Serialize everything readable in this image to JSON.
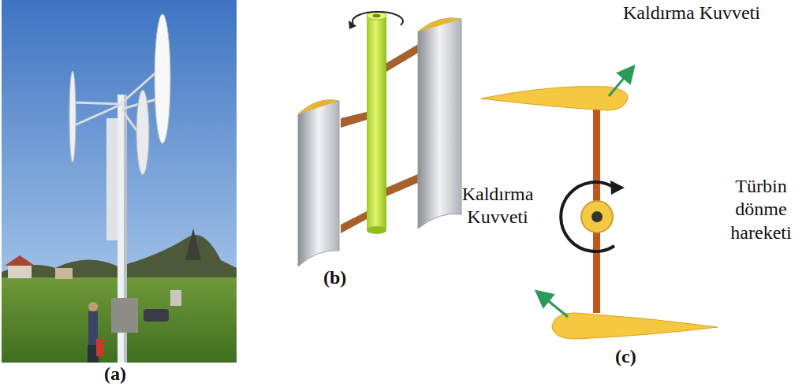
{
  "diagram": {
    "labels": [
      "Kaldırma Kuvveti",
      "Türbin dönme hareketi",
      "Kaldırma Kuvveti",
      "(a)",
      "(b)",
      "(c)"
    ]
  }
}
